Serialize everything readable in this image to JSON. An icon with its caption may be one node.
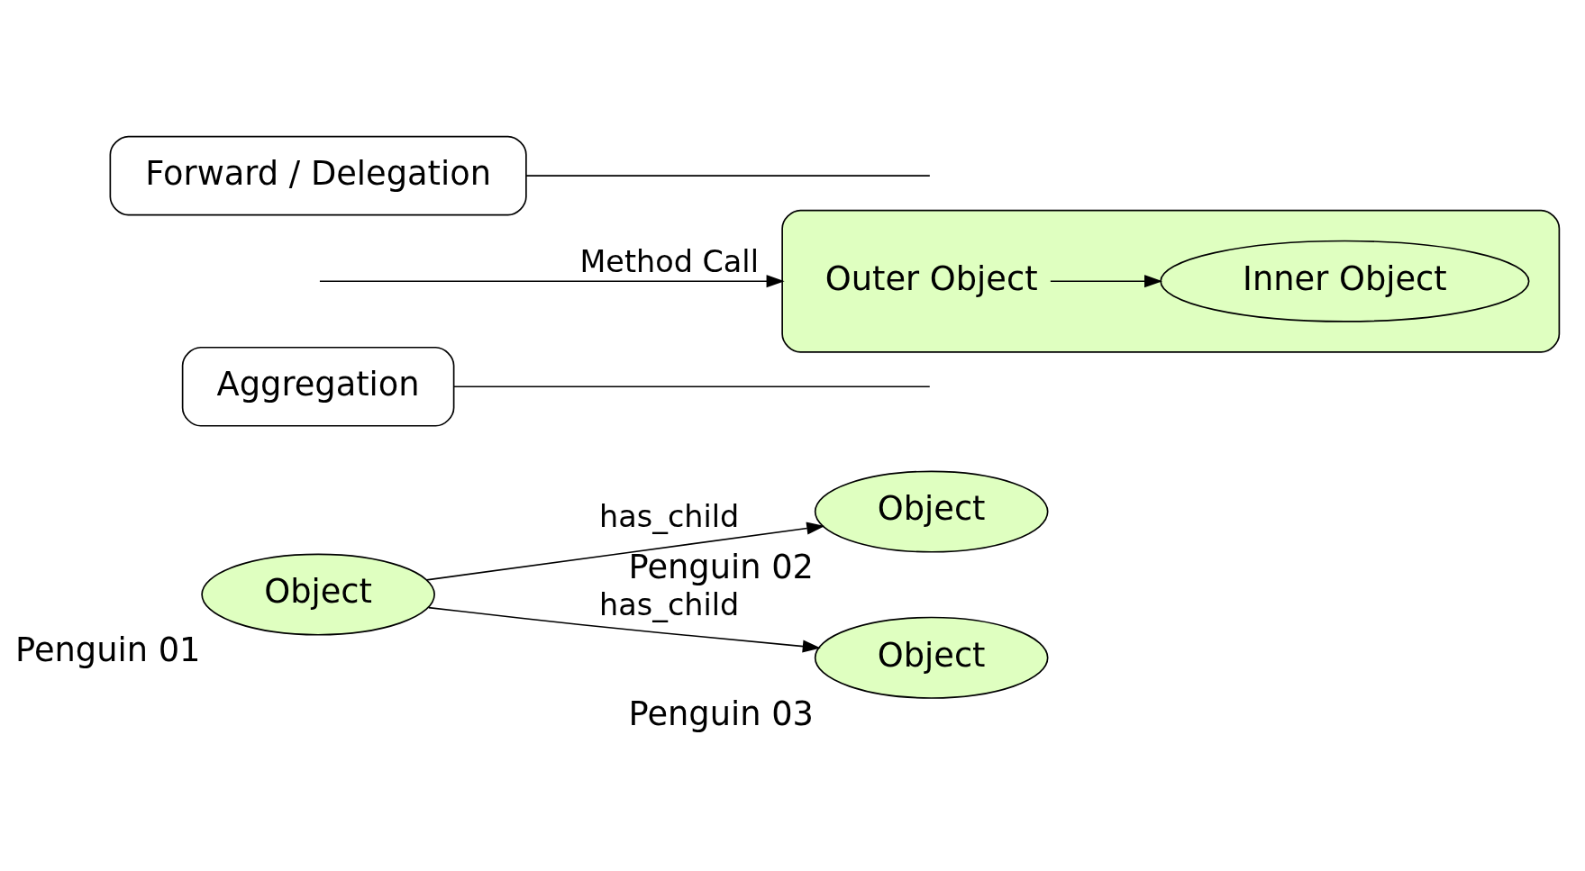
{
  "diagram": {
    "nodes": [
      {
        "text": [
          "Object"
        ],
        "beside": [
          "Penguin 01"
        ]
      },
      {
        "text": [
          "Object"
        ],
        "beside": [
          "Penguin 02"
        ]
      },
      {
        "text": [
          "Object"
        ],
        "beside": [
          "Penguin 03"
        ]
      },
      {
        "text": [
          "Aggregation"
        ]
      },
      {
        "text": [
          "Outer Object"
        ]
      },
      {
        "text": [
          "Inner Object"
        ],
        "in": 4
      },
      {
        "text": [
          "Forward / Delegation"
        ]
      }
    ],
    "edges": [
      {
        "from": 0,
        "to": 1,
        "arrow": "to",
        "label": "has_child"
      },
      {
        "from": 0,
        "to": 2,
        "arrow": "to",
        "label": "has_child"
      },
      {
        "from": 3,
        "to": null,
        "arrow": "none"
      },
      {
        "from": null,
        "to": 4,
        "arrow": "to",
        "label": "Method Call"
      },
      {
        "from": 4,
        "to": 5,
        "arrow": "to"
      },
      {
        "from": 6,
        "to": null,
        "arrow": "none"
      }
    ]
  }
}
